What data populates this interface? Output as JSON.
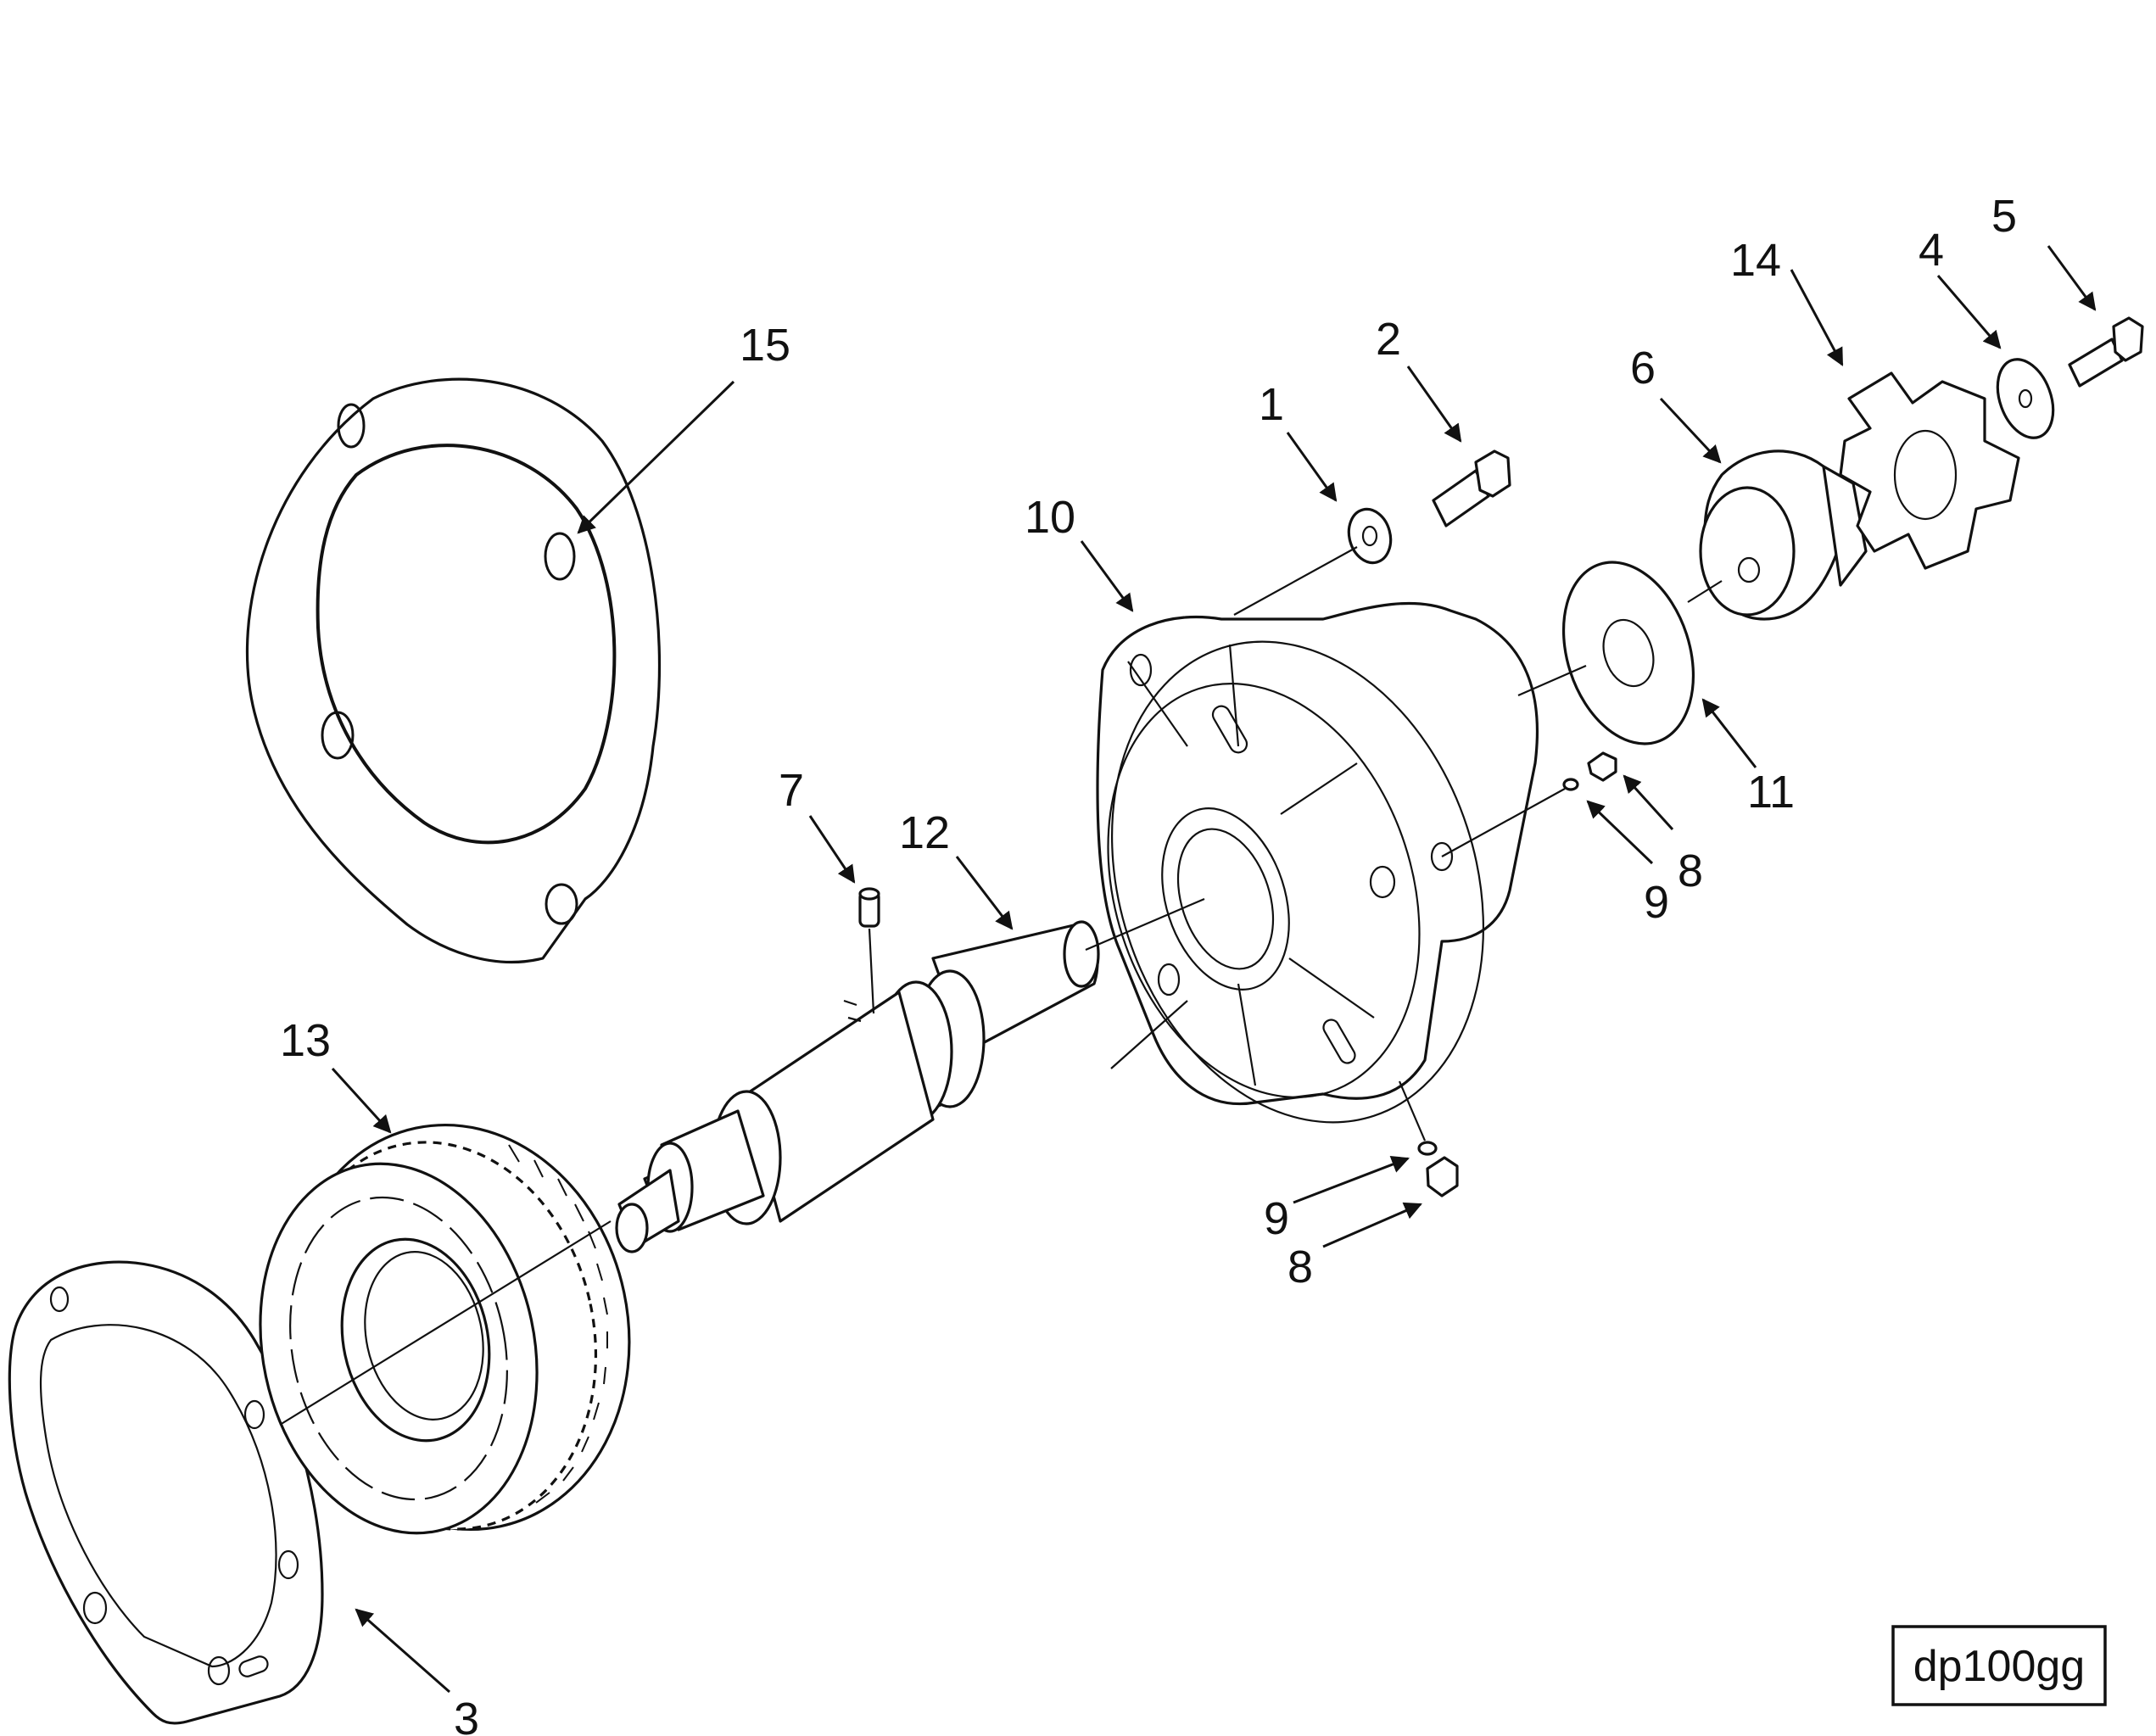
{
  "figure_code": "dp100gg",
  "colors": {
    "ink": "#111111",
    "paper": "#ffffff"
  },
  "callouts": [
    {
      "id": "c15",
      "label": "15"
    },
    {
      "id": "c1",
      "label": "1"
    },
    {
      "id": "c2",
      "label": "2"
    },
    {
      "id": "c10",
      "label": "10"
    },
    {
      "id": "c6",
      "label": "6"
    },
    {
      "id": "c14",
      "label": "14"
    },
    {
      "id": "c4",
      "label": "4"
    },
    {
      "id": "c5",
      "label": "5"
    },
    {
      "id": "c11",
      "label": "11"
    },
    {
      "id": "c8a",
      "label": "8"
    },
    {
      "id": "c9a",
      "label": "9"
    },
    {
      "id": "c7",
      "label": "7"
    },
    {
      "id": "c12",
      "label": "12"
    },
    {
      "id": "c13",
      "label": "13"
    },
    {
      "id": "c9b",
      "label": "9"
    },
    {
      "id": "c8b",
      "label": "8"
    },
    {
      "id": "c3",
      "label": "3"
    }
  ]
}
